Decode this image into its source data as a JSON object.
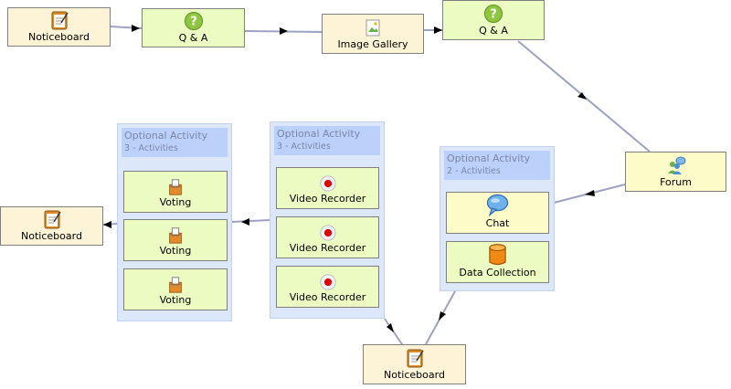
{
  "activities": {
    "noticeboard_1": "Noticeboard",
    "qa_1": "Q & A",
    "image_gallery": "Image Gallery",
    "qa_2": "Q & A",
    "forum": "Forum",
    "noticeboard_left": "Noticeboard",
    "noticeboard_bottom": "Noticeboard"
  },
  "groups": {
    "voting": {
      "title": "Optional Activity",
      "subtitle": "3 - Activities",
      "items": [
        "Voting",
        "Voting",
        "Voting"
      ]
    },
    "video": {
      "title": "Optional Activity",
      "subtitle": "3 - Activities",
      "items": [
        "Video Recorder",
        "Video Recorder",
        "Video Recorder"
      ]
    },
    "chat": {
      "title": "Optional Activity",
      "subtitle": "2 - Activities",
      "items": [
        "Chat",
        "Data Collection"
      ]
    }
  },
  "colors": {
    "tool_fill": "#fdf3d6",
    "activity_fill": "#ecfbc2",
    "chat_fill": "#fdfcc9",
    "group_fill": "#dce7fa",
    "group_header": "#bcd1fa",
    "connector": "#9da1c2"
  },
  "icons": {
    "noticeboard": "noticeboard-icon",
    "qa": "question-icon",
    "image_gallery": "image-gallery-icon",
    "forum": "forum-icon",
    "voting": "voting-icon",
    "video_recorder": "record-icon",
    "chat": "chat-bubble-icon",
    "data_collection": "database-icon"
  }
}
